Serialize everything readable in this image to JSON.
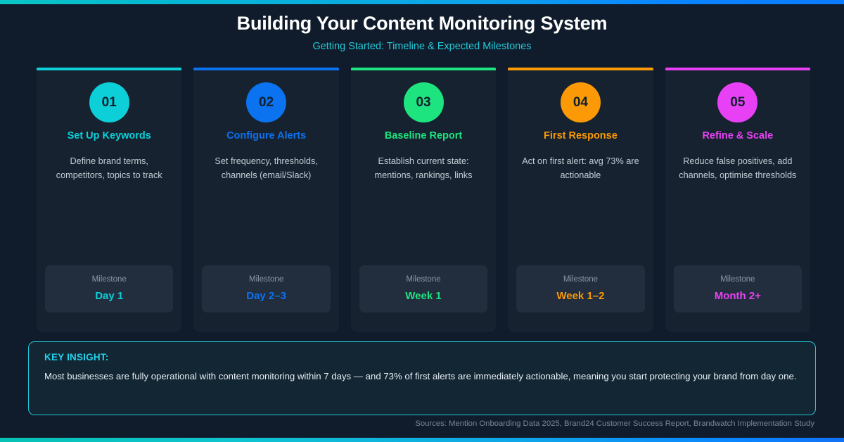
{
  "header": {
    "title": "Building Your Content Monitoring System",
    "subtitle": "Getting Started: Timeline & Expected Milestones"
  },
  "colors": {
    "background": "#101c2b",
    "card_background": "#16222f",
    "milestone_background": "#222e3e",
    "insight_border": "#1fc6d6",
    "insight_background": "#132633",
    "top_bar_gradient_start": "#0bc5c5",
    "top_bar_gradient_end": "#0a7cff",
    "bottom_bar_gradient_start": "#06c2b4",
    "bottom_bar_gradient_end": "#1272f5"
  },
  "milestone_label": "Milestone",
  "cards": [
    {
      "number": "01",
      "title": "Set Up Keywords",
      "description": "Define brand terms, competitors, topics to track",
      "milestone_value": "Day 1",
      "color": "#0dcfd8"
    },
    {
      "number": "02",
      "title": "Configure Alerts",
      "description": "Set frequency, thresholds, channels (email/Slack)",
      "milestone_value": "Day 2–3",
      "color": "#0b72f0"
    },
    {
      "number": "03",
      "title": "Baseline Report",
      "description": "Establish current state: mentions, rankings, links",
      "milestone_value": "Week 1",
      "color": "#1ee47f"
    },
    {
      "number": "04",
      "title": "First Response",
      "description": "Act on first alert: avg 73% are actionable",
      "milestone_value": "Week 1–2",
      "color": "#fb9a06"
    },
    {
      "number": "05",
      "title": "Refine & Scale",
      "description": "Reduce false positives, add channels, optimise thresholds",
      "milestone_value": "Month 2+",
      "color": "#e841f5"
    }
  ],
  "insight": {
    "label": "KEY INSIGHT:",
    "body": "Most businesses are fully operational with content monitoring within 7 days — and 73% of first alerts are immediately actionable, meaning you start protecting your brand from day one."
  },
  "sources": "Sources: Mention Onboarding Data 2025, Brand24 Customer Success Report, Brandwatch Implementation Study"
}
